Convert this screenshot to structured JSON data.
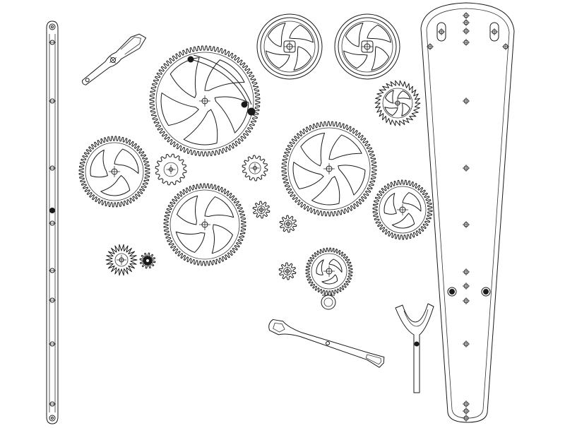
{
  "drawing": {
    "background": "#ffffff",
    "line_color": "#1a1a1a",
    "parts": [
      "frame-rail",
      "lever-small",
      "great-wheel",
      "wheel-spoked-left",
      "wheel-spoked-right",
      "escape-wheel-small",
      "pendulum-frame",
      "wheel-left",
      "pinion-a",
      "pinion-b",
      "wheel-center",
      "wheel-large-center",
      "wheel-right",
      "pinion-c",
      "pinion-d",
      "star-wheel",
      "star-pinion",
      "pinion-e",
      "wheel-small-bottom",
      "lever-long",
      "fork-crutch"
    ]
  }
}
